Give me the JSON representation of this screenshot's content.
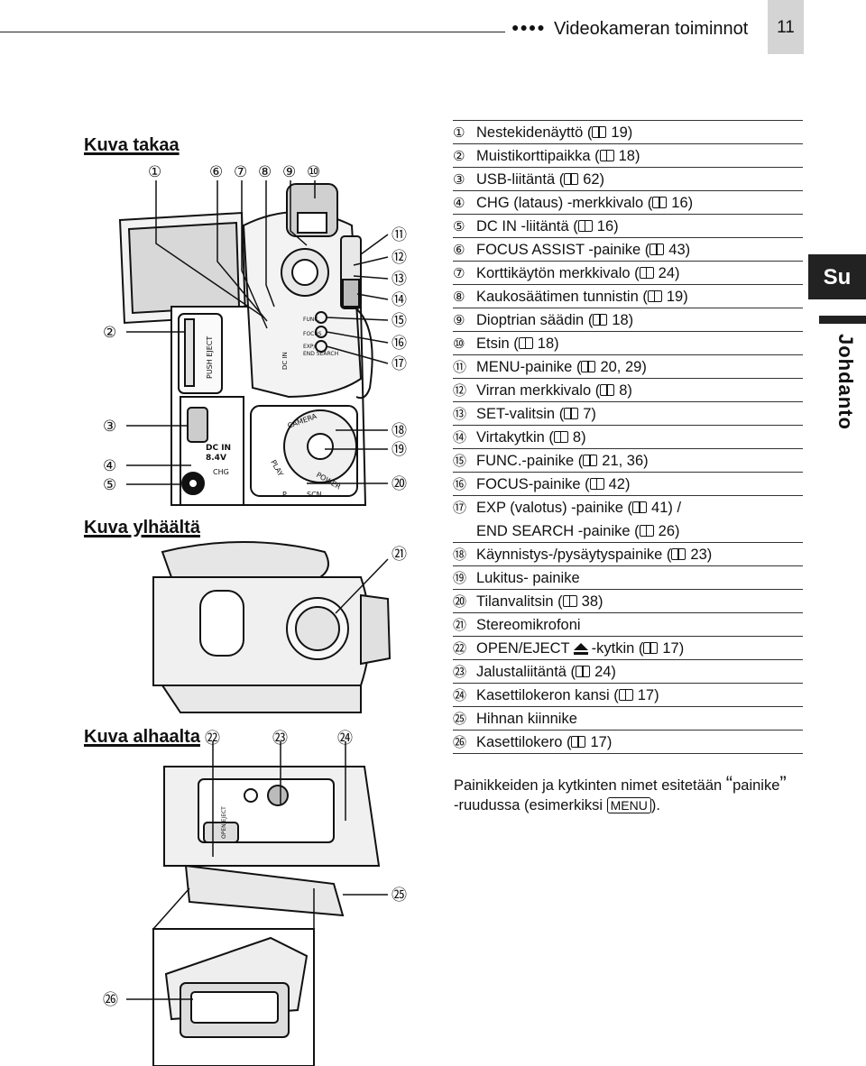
{
  "header": {
    "dots": "●●●●",
    "title": "Videokameran toiminnot",
    "page_number": "11"
  },
  "side_tab": {
    "lang": "Su",
    "section": "Johdanto"
  },
  "sections": {
    "back": "Kuva takaa",
    "top": "Kuva ylhäältä",
    "bottom": "Kuva alhaalta"
  },
  "callouts": {
    "c1": "①",
    "c2": "②",
    "c3": "③",
    "c4": "④",
    "c5": "⑤",
    "c6": "⑥",
    "c7": "⑦",
    "c8": "⑧",
    "c9": "⑨",
    "c10": "⑩",
    "c11": "⑪",
    "c12": "⑫",
    "c13": "⑬",
    "c14": "⑭",
    "c15": "⑮",
    "c16": "⑯",
    "c17": "⑰",
    "c18": "⑱",
    "c19": "⑲",
    "c20": "⑳",
    "c21": "㉑",
    "c22": "㉒",
    "c23": "㉓",
    "c24": "㉔",
    "c25": "㉕",
    "c26": "㉖"
  },
  "camera_labels": {
    "push_eject": "PUSH EJECT",
    "dc_in_side": "DC IN",
    "dc_in": "DC IN",
    "voltage": "8.4V",
    "chg": "CHG",
    "func": "FUNC.",
    "focus": "FOCUS",
    "exp": "EXP/",
    "end_search": "END SEARCH",
    "camera": "CAMERA",
    "play": "PLAY",
    "power": "POWER",
    "scn": "SCN",
    "p": "P",
    "open_eject": "OPEN/EJECT"
  },
  "items": [
    {
      "n": "①",
      "text": "Nestekidenäyttö (",
      "ref": "19)"
    },
    {
      "n": "②",
      "text": "Muistikorttipaikka (",
      "ref": "18)"
    },
    {
      "n": "③",
      "text": "USB-liitäntä (",
      "ref": "62)"
    },
    {
      "n": "④",
      "text": "CHG (lataus) -merkkivalo (",
      "ref": "16)"
    },
    {
      "n": "⑤",
      "text": "DC IN -liitäntä (",
      "ref": "16)"
    },
    {
      "n": "⑥",
      "text": "FOCUS ASSIST -painike (",
      "ref": "43)"
    },
    {
      "n": "⑦",
      "text": "Korttikäytön merkkivalo (",
      "ref": "24)"
    },
    {
      "n": "⑧",
      "text": "Kaukosäätimen tunnistin (",
      "ref": "19)"
    },
    {
      "n": "⑨",
      "text": "Dioptrian säädin (",
      "ref": "18)"
    },
    {
      "n": "⑩",
      "text": "Etsin (",
      "ref": "18)"
    },
    {
      "n": "⑪",
      "text": "MENU-painike (",
      "ref": "20, 29)"
    },
    {
      "n": "⑫",
      "text": "Virran merkkivalo (",
      "ref": "8)"
    },
    {
      "n": "⑬",
      "text": "SET-valitsin (",
      "ref": "7)"
    },
    {
      "n": "⑭",
      "text": "Virtakytkin (",
      "ref": "8)"
    },
    {
      "n": "⑮",
      "text": "FUNC.-painike (",
      "ref": "21, 36)"
    },
    {
      "n": "⑯",
      "text": "FOCUS-painike (",
      "ref": "42)"
    },
    {
      "n": "⑰",
      "text": "EXP (valotus) -painike (",
      "ref": "41) /",
      "line2": "END SEARCH -painike (",
      "ref2": "26)"
    },
    {
      "n": "⑱",
      "text": "Käynnistys-/pysäytyspainike (",
      "ref": "23)"
    },
    {
      "n": "⑲",
      "text": "Lukitus- painike",
      "ref": ""
    },
    {
      "n": "⑳",
      "text": "Tilanvalitsin (",
      "ref": "38)"
    },
    {
      "n": "㉑",
      "text": "Stereomikrofoni",
      "ref": ""
    },
    {
      "n": "㉒",
      "text": "OPEN/EJECT",
      "ref": "-kytkin (",
      "ref_b": "17)"
    },
    {
      "n": "㉓",
      "text": "Jalustaliitäntä (",
      "ref": "24)"
    },
    {
      "n": "㉔",
      "text": "Kasettilokeron kansi (",
      "ref": "17)"
    },
    {
      "n": "㉕",
      "text": "Hihnan kiinnike",
      "ref": ""
    },
    {
      "n": "㉖",
      "text": "Kasettilokero (",
      "ref": "17)"
    }
  ],
  "note": {
    "line1_a": "Painikkeiden ja kytkinten nimet esitetään",
    "quote_open": "“",
    "word": "painike",
    "quote_close": "”",
    "line2_a": "-ruudussa (esimerkiksi",
    "key": "MENU",
    "line2_b": ")."
  }
}
